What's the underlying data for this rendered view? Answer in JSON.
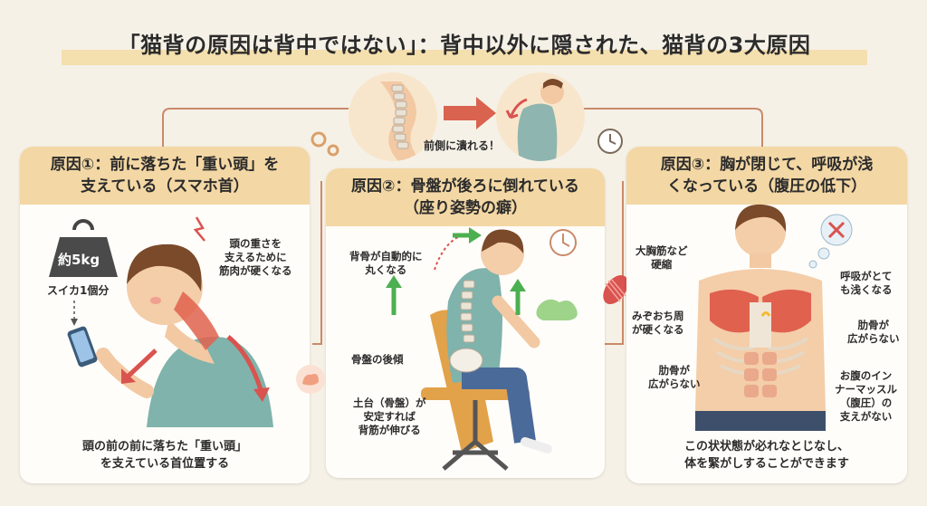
{
  "title": "「猫背の原因は背中ではない」：背中以外に隠された、猫背の3大原因",
  "top": {
    "arrow_label": "前側に潰れる！"
  },
  "cause1": {
    "heading_line1": "原因①：前に落ちた「重い頭」を",
    "heading_line2": "支えている（スマホ首）",
    "weight_label": "約5kg",
    "watermelon_label": "スイカ1個分",
    "note_line1": "頭の重さを",
    "note_line2": "支えるために",
    "note_line3": "筋肉が硬くなる",
    "caption_line1": "頭の前の前に落ちた「重い頭」",
    "caption_line2": "を支えている首位置する"
  },
  "cause2": {
    "heading_line1": "原因②：骨盤が後ろに倒れている",
    "heading_line2": "（座り姿勢の癖）",
    "spine_label_line1": "背骨が自動的に",
    "spine_label_line2": "丸くなる",
    "pelvis_label": "骨盤の後傾",
    "base_label_line1": "土台（骨盤）が",
    "base_label_line2": "安定すれば",
    "base_label_line3": "背筋が伸びる"
  },
  "cause3": {
    "heading_line1": "原因③：胸が閉じて、呼吸が浅",
    "heading_line2": "くなっている（腹圧の低下）",
    "pec_label_line1": "大胸筋など",
    "pec_label_line2": "硬縮",
    "breath_label_line1": "呼吸がとて",
    "breath_label_line2": "も浅くなる",
    "solar_label_line1": "みぞおち周",
    "solar_label_line2": "が硬くなる",
    "rib_right_line1": "肋骨が",
    "rib_right_line2": "広がらない",
    "rib_left_line1": "肋骨が",
    "rib_left_line2": "広がらない",
    "abs_label_line1": "お腹のイン",
    "abs_label_line2": "ナーマッスル",
    "abs_label_line3": "（腹圧）の",
    "abs_label_line4": "支えがない",
    "caption_line1": "この状状態が必れなとじなし、",
    "caption_line2": "体を緊がしすることができます"
  },
  "colors": {
    "background": "#f6f1e7",
    "header": "#f3d7a4",
    "accent_red": "#d9534f",
    "accent_green": "#4caf50",
    "connector": "#c98a6a"
  }
}
